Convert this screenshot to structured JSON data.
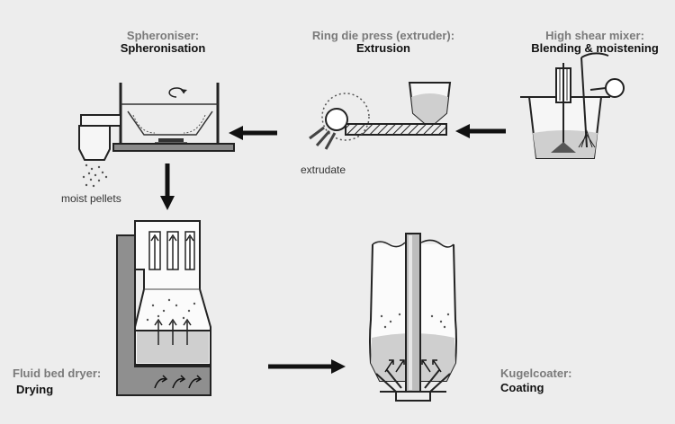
{
  "stages": {
    "spheroniser": {
      "title": "Spheroniser:",
      "process": "Spheronisation"
    },
    "extruder": {
      "title": "Ring die press (extruder):",
      "process": "Extrusion"
    },
    "mixer": {
      "title": "High shear mixer:",
      "process": "Blending & moistening"
    },
    "dryer": {
      "title": "Fluid bed dryer:",
      "process": "Drying"
    },
    "coater": {
      "title": "Kugelcoater:",
      "process": "Coating"
    }
  },
  "annotations": {
    "extrudate": "extrudate",
    "moist_pellets": "moist pellets"
  }
}
